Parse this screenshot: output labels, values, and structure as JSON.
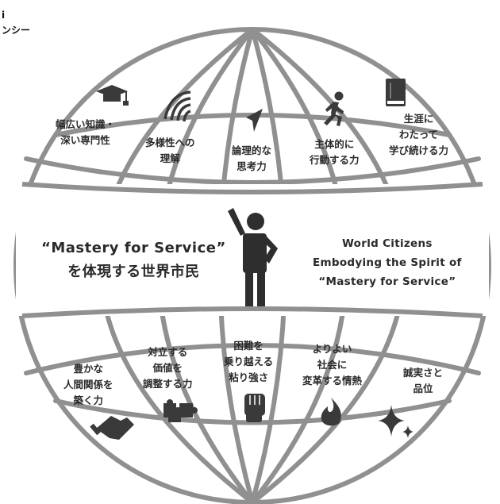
{
  "corner": {
    "lines": [
      "i",
      "ンシー"
    ]
  },
  "top_sectors": [
    {
      "lines": [
        "幅広い知識・",
        "深い専門性"
      ],
      "icon": "graduation-cap-icon"
    },
    {
      "lines": [
        "多様性への",
        "理解"
      ],
      "icon": "rainbow-icon"
    },
    {
      "lines": [
        "論理的な",
        "思考力"
      ],
      "icon": "cursor-arrow-icon"
    },
    {
      "lines": [
        "主体的に",
        "行動する力"
      ],
      "icon": "running-person-icon"
    },
    {
      "lines": [
        "生涯に",
        "わたって",
        "学び続ける力"
      ],
      "icon": "book-icon"
    }
  ],
  "center": {
    "left_lines": [
      "“Mastery for Service”",
      "を体現する世界市民"
    ],
    "right_lines": [
      "World Citizens",
      "Embodying the Spirit of",
      "“Mastery for Service”"
    ],
    "figure_icon": "raised-hand-person-icon"
  },
  "bottom_sectors": [
    {
      "lines": [
        "豊かな",
        "人間関係を",
        "築く力"
      ],
      "icon": "handshake-icon"
    },
    {
      "lines": [
        "対立する",
        "価値を",
        "調整する力"
      ],
      "icon": "puzzle-icon"
    },
    {
      "lines": [
        "困難を",
        "乗り越える",
        "粘り強さ"
      ],
      "icon": "fist-icon"
    },
    {
      "lines": [
        "よりよい",
        "社会に",
        "変革する情熱"
      ],
      "icon": "flame-icon"
    },
    {
      "lines": [
        "誠実さと",
        "品位"
      ],
      "icon": "sparkle-icon"
    }
  ],
  "colors": {
    "line": "#909090",
    "icon": "#3a3a3a",
    "text": "#2a2a2a"
  }
}
